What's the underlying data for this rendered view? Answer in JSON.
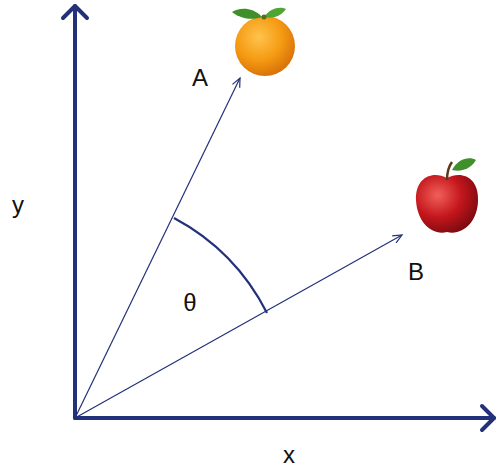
{
  "diagram": {
    "labels": [
      "A",
      "y",
      "B",
      "θ",
      "x"
    ]
  }
}
